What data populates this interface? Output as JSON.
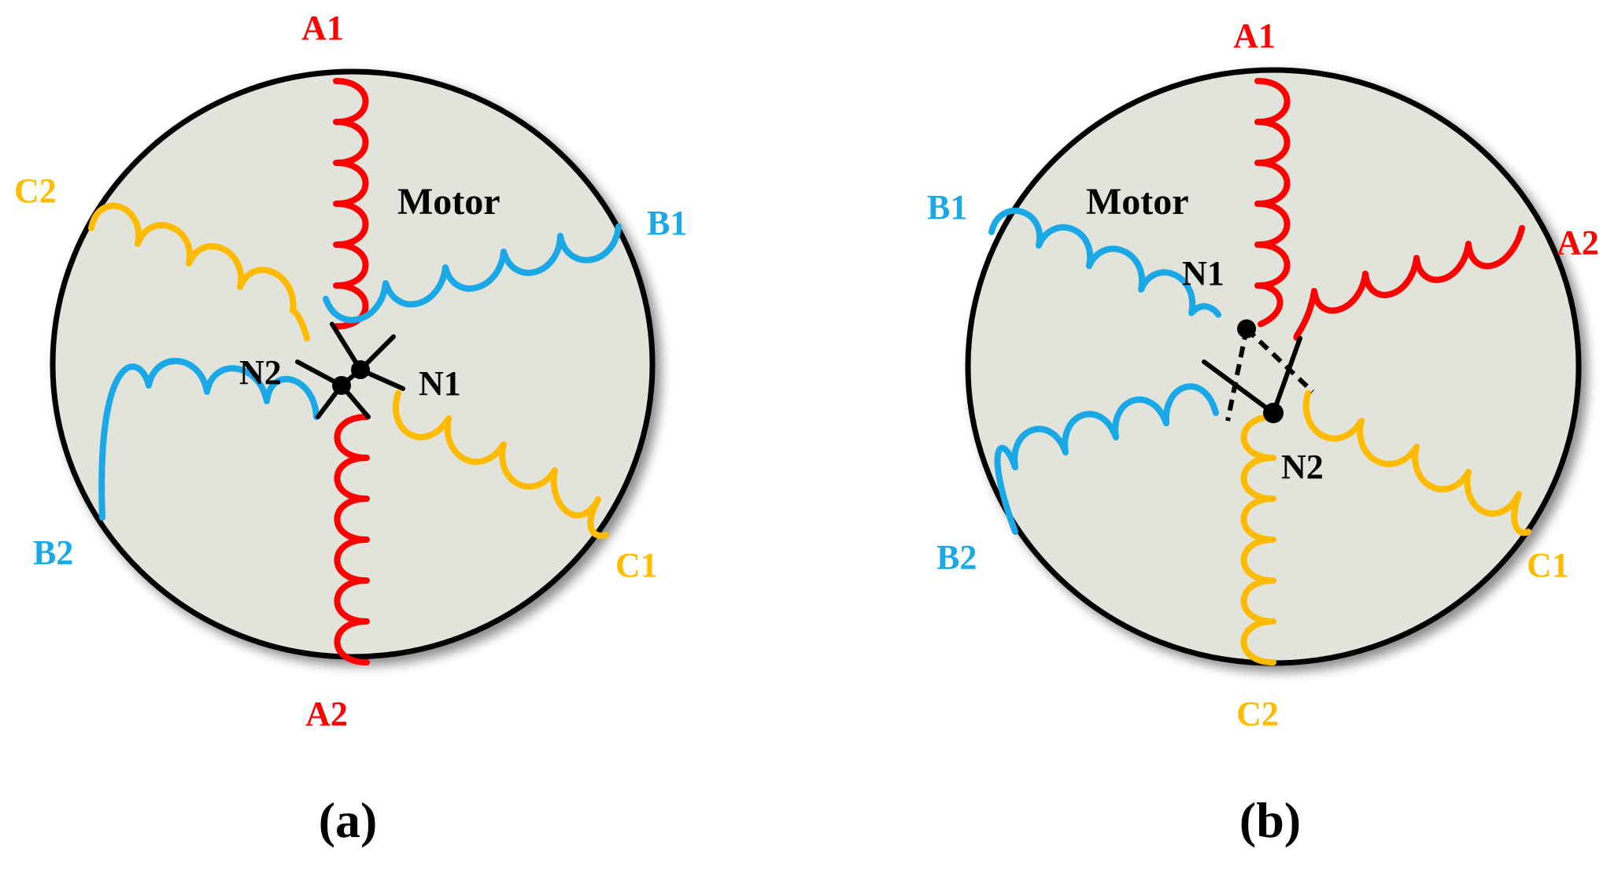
{
  "colors": {
    "phase_a": "#ff0000",
    "phase_b": "#1aa9e6",
    "phase_c": "#ffbb00",
    "body": "#e2e4dc",
    "outline": "#000000"
  },
  "panel_a": {
    "caption": "(a)",
    "motor_label": "Motor",
    "terminals": {
      "a1": "A1",
      "a2": "A2",
      "b1": "B1",
      "b2": "B2",
      "c1": "C1",
      "c2": "C2"
    },
    "neutrals": {
      "n1": "N1",
      "n2": "N2"
    }
  },
  "panel_b": {
    "caption": "(b)",
    "motor_label": "Motor",
    "terminals": {
      "a1": "A1",
      "a2": "A2",
      "b1": "B1",
      "b2": "B2",
      "c1": "C1",
      "c2": "C2"
    },
    "neutrals": {
      "n1": "N1",
      "n2": "N2"
    }
  }
}
